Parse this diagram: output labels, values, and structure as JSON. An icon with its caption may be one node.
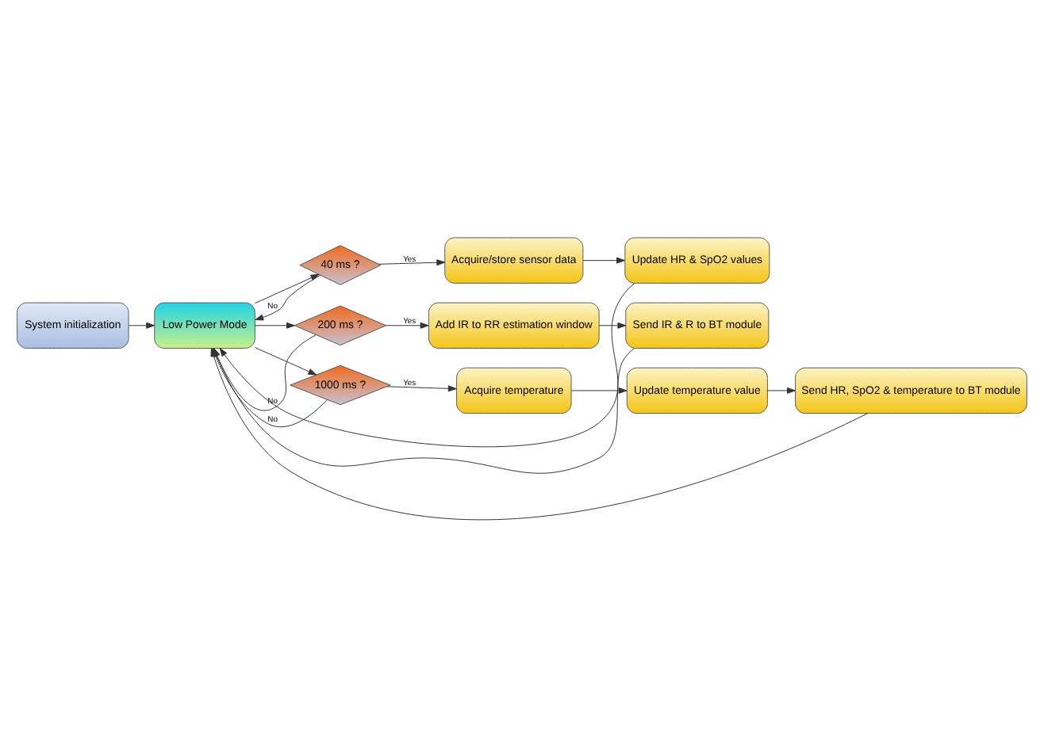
{
  "diagram": {
    "nodes": [
      {
        "text": [
          "System initialization"
        ]
      },
      {
        "text": [
          "Low Power Mode"
        ]
      },
      {
        "text": [
          "40 ms ?"
        ]
      },
      {
        "text": [
          "Acquire/store sensor data"
        ]
      },
      {
        "text": [
          "Update HR & SpO2 values"
        ]
      },
      {
        "text": [
          "200 ms ?"
        ]
      },
      {
        "text": [
          "Add IR to RR estimation window"
        ]
      },
      {
        "text": [
          "Send IR & R to BT module"
        ]
      },
      {
        "text": [
          "1000 ms ?"
        ]
      },
      {
        "text": [
          "Acquire temperature"
        ]
      },
      {
        "text": [
          "Update temperature value"
        ]
      },
      {
        "text": [
          "Send HR, SpO2 & temperature to BT module"
        ]
      }
    ],
    "edges": [
      {
        "from": 0,
        "to": 1,
        "arrow": "to"
      },
      {
        "from": 1,
        "to": 2,
        "arrow": "to"
      },
      {
        "from": 2,
        "to": 3,
        "arrow": "to",
        "label": "Yes"
      },
      {
        "from": 3,
        "to": 4,
        "arrow": "to"
      },
      {
        "from": 4,
        "to": 1,
        "arrow": "to"
      },
      {
        "from": 2,
        "to": 1,
        "arrow": "to",
        "label": "No"
      },
      {
        "from": 1,
        "to": 5,
        "arrow": "to"
      },
      {
        "from": 5,
        "to": 6,
        "arrow": "to",
        "label": "Yes"
      },
      {
        "from": 6,
        "to": 7,
        "arrow": "to"
      },
      {
        "from": 7,
        "to": 1,
        "arrow": "to"
      },
      {
        "from": 5,
        "to": 1,
        "arrow": "to",
        "label": "No"
      },
      {
        "from": 1,
        "to": 8,
        "arrow": "to"
      },
      {
        "from": 8,
        "to": 9,
        "arrow": "to",
        "label": "Yes"
      },
      {
        "from": 9,
        "to": 10,
        "arrow": "to"
      },
      {
        "from": 10,
        "to": 11,
        "arrow": "to"
      },
      {
        "from": 11,
        "to": 1,
        "arrow": "to"
      },
      {
        "from": 8,
        "to": 1,
        "arrow": "to",
        "label": "No"
      }
    ]
  }
}
